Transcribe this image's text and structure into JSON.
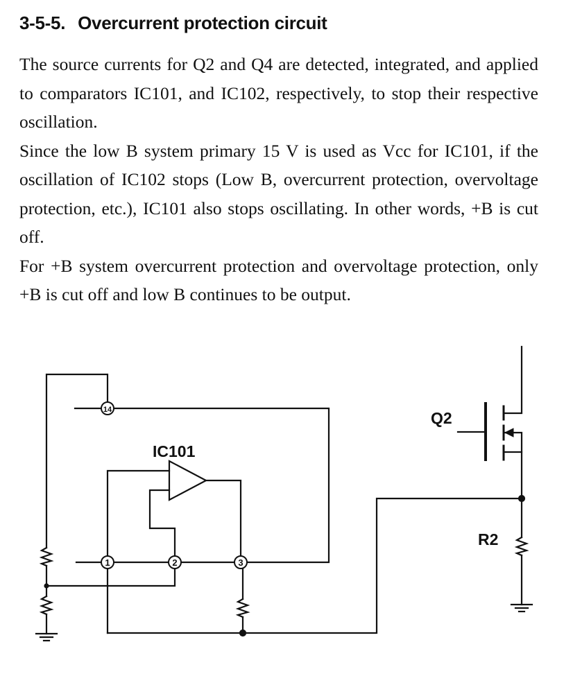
{
  "section": {
    "number": "3-5-5.",
    "title": "Overcurrent protection circuit"
  },
  "paragraphs": [
    "The source currents for Q2 and Q4 are detected, integrated, and applied to comparators IC101, and IC102, respectively, to stop their respective oscillation.",
    "Since the low B system primary 15 V is used as Vcc for IC101, if the oscillation of IC102 stops (Low B, overcurrent protection, overvoltage protection, etc.), IC101 also stops oscillating. In other words, +B is cut off.",
    "For +B system overcurrent protection and overvoltage protection, only +B is cut off and low B continues to be output."
  ],
  "diagram": {
    "ic_label": "IC101",
    "transistor_label": "Q2",
    "resistor_label": "R2",
    "pins": {
      "pin14": "14",
      "pin1": "1",
      "pin2": "2",
      "pin3": "3"
    },
    "line_color": "#111111"
  }
}
